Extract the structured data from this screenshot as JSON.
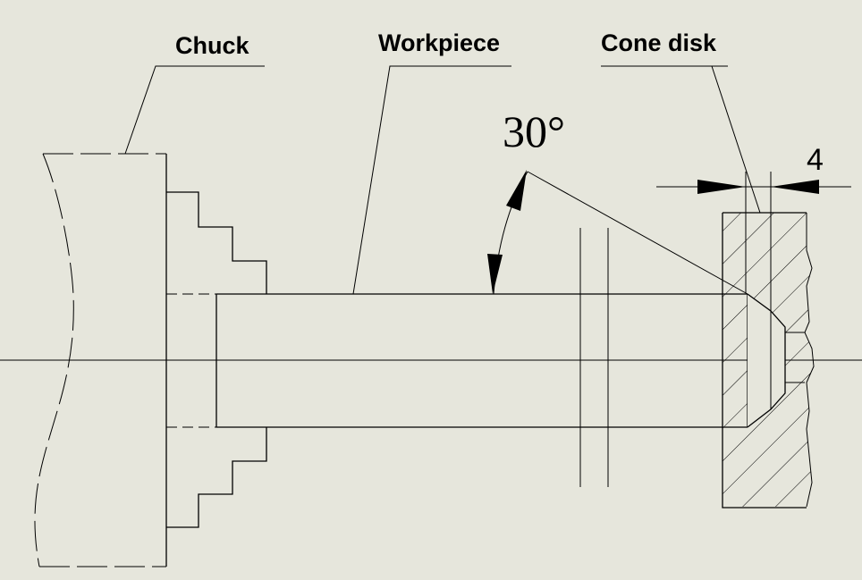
{
  "labels": {
    "chuck": "Chuck",
    "workpiece": "Workpiece",
    "cone_disk": "Cone disk",
    "angle": "30°",
    "dimension": "4"
  },
  "colors": {
    "background": "#e6e6dc",
    "line": "#000000"
  }
}
